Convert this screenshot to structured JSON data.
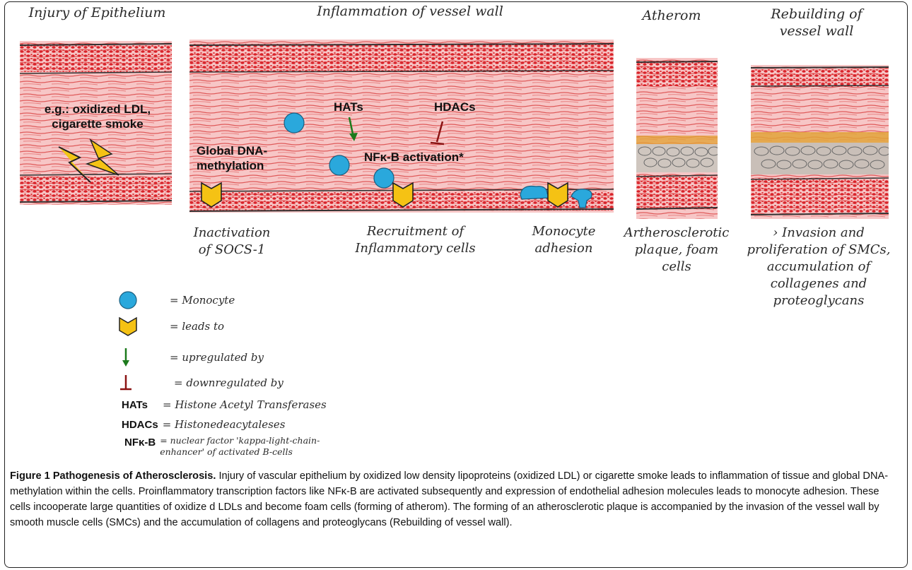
{
  "panels": {
    "injury": {
      "title": "Injury of Epithelium",
      "cause_line1": "e.g.: oxidized LDL,",
      "cause_line2": "cigarette smoke"
    },
    "inflammation": {
      "title": "Inflammation of vessel wall",
      "hats": "HATs",
      "hdacs": "HDACs",
      "nfkb": "NFκ-B activation*",
      "methylation_line1": "Global DNA-",
      "methylation_line2": "methylation",
      "label1_line1": "Inactivation",
      "label1_line2": "of SOCS-1",
      "label2_line1": "Recruitment of",
      "label2_line2": "Inflammatory cells",
      "label3_line1": "Monocyte",
      "label3_line2": "adhesion"
    },
    "atherom": {
      "title": "Atherom",
      "label_line1": "Artherosclerotic",
      "label_line2": "plaque, foam",
      "label_line3": "cells"
    },
    "rebuilding": {
      "title_line1": "Rebuilding of",
      "title_line2": "vessel wall",
      "label_line1": "› Invasion and",
      "label_line2": "proliferation of SMCs,",
      "label_line3": "accumulation of",
      "label_line4": "collagenes and",
      "label_line5": "proteoglycans"
    }
  },
  "legend": {
    "monocyte": "= Monocyte",
    "leads_to": "= leads to",
    "upregulated": "= upregulated by",
    "downregulated": "= downregulated by",
    "hats_abbr": "HATs",
    "hats_def": "= Histone Acetyl Transferases",
    "hdacs_abbr": "HDACs",
    "hdacs_def": "= Histonedeacytaleses",
    "nfkb_abbr": "NFκ-B",
    "nfkb_def_line1": "= nuclear factor 'kappa-light-chain-",
    "nfkb_def_line2": "enhancer' of activated B-cells"
  },
  "caption": {
    "title": "Figure 1 Pathogenesis of Atherosclerosis.",
    "body": "Injury of vascular epithelium by oxidized low density lipoproteins (oxidized LDL) or cigarette smoke leads to inflammation of tissue and global DNA-methylation within the cells. Proinflammatory transcription factors like NFκ-B are activated subsequently and expression of endothelial adhesion molecules leads to monocyte adhesion. These cells incooperate large quantities of oxidize d LDLs and become foam cells (forming of atherom). The forming of an atherosclerotic plaque is accompanied by the invasion of the vessel wall by smooth muscle cells (SMCs) and the accumulation of collagens and proteoglycans (Rebuilding of vessel wall)."
  },
  "colors": {
    "tissue_light": "#f6c3c3",
    "tissue_red": "#d9232a",
    "monocyte": "#2aa8dc",
    "chevron": "#f5c214",
    "arrow_green": "#1c7a1c",
    "inhibit_red": "#8b1414"
  }
}
